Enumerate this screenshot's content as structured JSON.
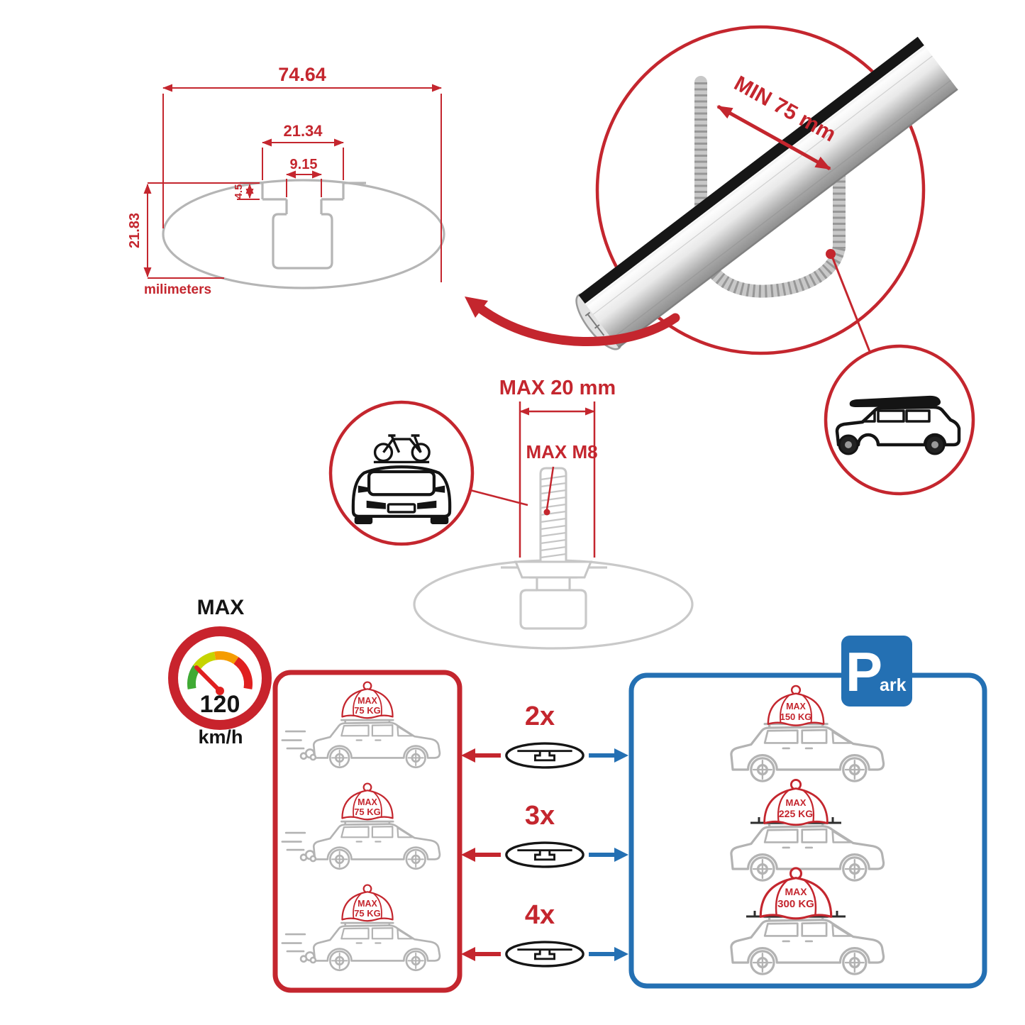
{
  "colors": {
    "accent_red": "#c4262e",
    "accent_blue": "#2470b3",
    "outline_gray": "#b3b3b3",
    "ghost_gray": "#c9c9c9",
    "gauge_green": "#3faa34",
    "gauge_yellow": "#c6d400",
    "gauge_orange": "#f59c00",
    "gauge_red": "#e02020"
  },
  "cross_section": {
    "total_width": "74.64",
    "channel_width": "21.34",
    "slot_width": "9.15",
    "step_depth": "4.5",
    "total_height": "21.83",
    "units": "milimeters"
  },
  "bar_detail": {
    "min_grip": "MIN 75 mm"
  },
  "tbolt": {
    "max_plate": "MAX 20 mm",
    "max_thread": "MAX M8"
  },
  "speed_badge": {
    "label": "MAX",
    "value": "120",
    "units": "km/h"
  },
  "left_panel": {
    "cars": [
      {
        "max": "MAX",
        "weight": "75 KG"
      },
      {
        "max": "MAX",
        "weight": "75 KG"
      },
      {
        "max": "MAX",
        "weight": "75 KG"
      }
    ]
  },
  "right_panel": {
    "park": {
      "letter": "P",
      "rest": "ark"
    },
    "cars": [
      {
        "max": "MAX",
        "weight": "150 KG"
      },
      {
        "max": "MAX",
        "weight": "225 KG"
      },
      {
        "max": "MAX",
        "weight": "300 KG"
      }
    ]
  },
  "multipliers": [
    {
      "label": "2x"
    },
    {
      "label": "3x"
    },
    {
      "label": "4x"
    }
  ]
}
